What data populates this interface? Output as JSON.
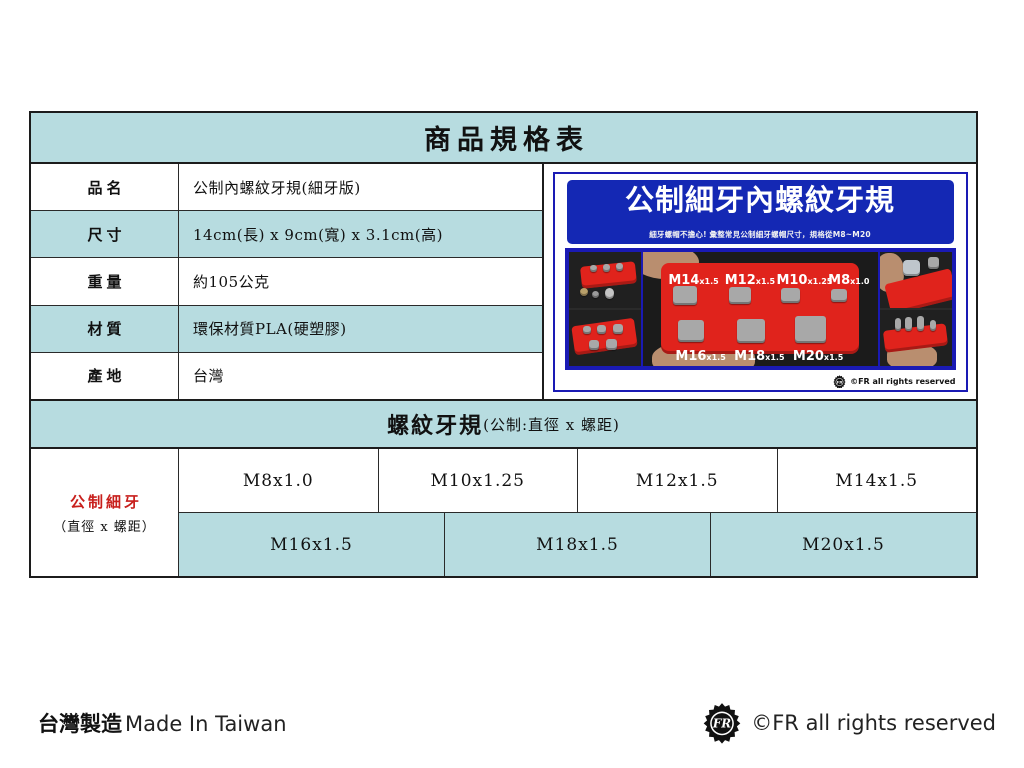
{
  "table": {
    "title": "商品規格表",
    "info_rows": [
      {
        "label": "品名",
        "value": "公制內螺紋牙規(細牙版)"
      },
      {
        "label": "尺寸",
        "value": "14cm(長) x 9cm(寬) x 3.1cm(高)"
      },
      {
        "label": "重量",
        "value": "約105公克"
      },
      {
        "label": "材質",
        "value": "環保材質PLA(硬塑膠)"
      },
      {
        "label": "產地",
        "value": "台灣"
      }
    ],
    "thread_header": {
      "main": "螺紋牙規",
      "sub": "(公制:直徑 x 螺距)"
    },
    "thread_label": {
      "red": "公制細牙",
      "black": "（直徑 x 螺距）"
    },
    "thread_rows": [
      [
        "M8x1.0",
        "M10x1.25",
        "M12x1.5",
        "M14x1.5"
      ],
      [
        "M16x1.5",
        "M18x1.5",
        "M20x1.5"
      ]
    ]
  },
  "product_image": {
    "banner_title": "公制細牙內螺紋牙規",
    "banner_subtitle": "細牙螺帽不擔心! 彙整常見公制細牙螺帽尺寸，規格從M8~M20",
    "credit": "©FR all rights reserved",
    "plate_labels": [
      {
        "size": "M14",
        "pitch": "x1.5"
      },
      {
        "size": "M12",
        "pitch": "x1.5"
      },
      {
        "size": "M10",
        "pitch": "x1.25"
      },
      {
        "size": "M8",
        "pitch": "x1.0"
      },
      {
        "size": "M16",
        "pitch": "x1.5"
      },
      {
        "size": "M18",
        "pitch": "x1.5"
      },
      {
        "size": "M20",
        "pitch": "x1.5"
      }
    ]
  },
  "footer": {
    "made_in_cn": "台灣製造",
    "made_in_en": "Made In Taiwan",
    "copyright": "©FR all rights reserved"
  },
  "colors": {
    "teal": "#b7dce0",
    "border": "#1c1c1c",
    "red_text": "#c8201d",
    "banner_blue": "#1428b4",
    "plate_red": "#e0231c"
  }
}
